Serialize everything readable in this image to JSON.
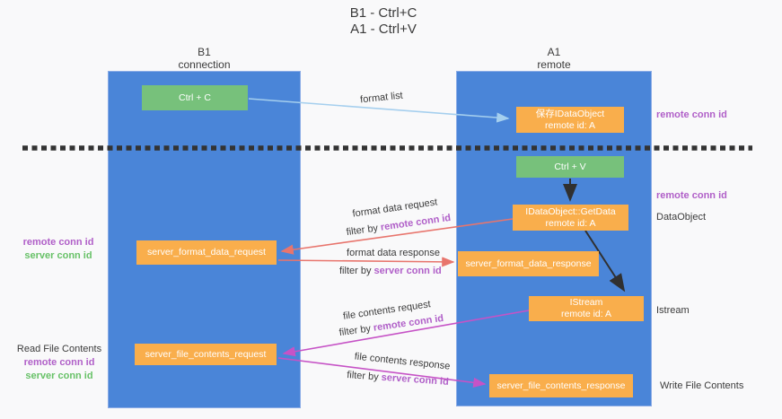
{
  "title": {
    "line1": "B1 - Ctrl+C",
    "line2": "A1 - Ctrl+V"
  },
  "columns": {
    "left": {
      "name": "B1",
      "role": "connection"
    },
    "right": {
      "name": "A1",
      "role": "remote"
    }
  },
  "nodes": {
    "ctrl_c": "Ctrl + C",
    "ctrl_v": "Ctrl + V",
    "save_idataobject": {
      "line1": "保存IDataObject",
      "line2": "remote id: A"
    },
    "getdata": {
      "line1": "IDataObject::GetData",
      "line2": "remote id: A"
    },
    "istream": {
      "line1": "IStream",
      "line2": "remote id: A"
    },
    "server_format_data_request": "server_format_data_request",
    "server_format_data_response": "server_format_data_response",
    "server_file_contents_request": "server_file_contents_request",
    "server_file_contents_response": "server_file_contents_response"
  },
  "edges": {
    "format_list": {
      "label": "format list"
    },
    "format_data_request": {
      "label": "format data request",
      "filter_prefix": "filter by",
      "filter_key": "remote conn id"
    },
    "format_data_response": {
      "label": "format data response",
      "filter_prefix": "filter by",
      "filter_key": "server conn id"
    },
    "file_contents_request": {
      "label": "file contents request",
      "filter_prefix": "filter by",
      "filter_key": "remote conn id"
    },
    "file_contents_response": {
      "label": "file contents response",
      "filter_prefix": "filter by",
      "filter_key": "server conn id"
    }
  },
  "annotations": {
    "right": [
      {
        "text": "remote conn id",
        "style": "purple"
      },
      {
        "text": "remote conn id",
        "style": "purple"
      },
      {
        "text": "DataObject",
        "style": "plain"
      },
      {
        "text": "Istream",
        "style": "plain"
      },
      {
        "text": "Write File Contents",
        "style": "plain"
      }
    ],
    "left_mid": [
      {
        "text": "remote conn id",
        "style": "purple"
      },
      {
        "text": "server conn id",
        "style": "green"
      }
    ],
    "left_bottom": [
      {
        "text": "Read File Contents",
        "style": "plain"
      },
      {
        "text": "remote conn id",
        "style": "purple"
      },
      {
        "text": "server conn id",
        "style": "green"
      }
    ]
  },
  "colors": {
    "lane_blue": "#4a85d8",
    "node_orange": "#f9ae4c",
    "node_green": "#77c17b",
    "arrow_light_blue": "#a5cfee",
    "arrow_red": "#e8756d",
    "arrow_magenta": "#c653c6",
    "arrow_black": "#303030",
    "label_purple": "#b05fc8",
    "label_green": "#67c167",
    "dashed_divider": "#333333"
  }
}
